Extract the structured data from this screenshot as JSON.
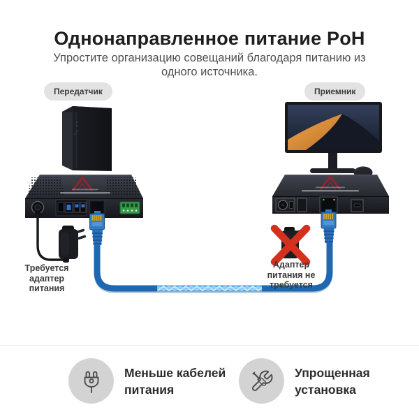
{
  "header": {
    "title": "Однонаправленное питание PoH",
    "subtitle_lines": [
      "Упростите организацию совещаний благодаря питанию из",
      "одного источника."
    ]
  },
  "diagram": {
    "transmitter_pill": "Передатчик",
    "receiver_pill": "Приемник",
    "transmitter_note": "Требуется адаптер питания",
    "receiver_note": "Адаптер питания не требуется",
    "depicted_objects": [
      "tower-pc",
      "monitor-with-mouse",
      "hdbaset-transmitter",
      "hdbaset-receiver",
      "ethernet-cable",
      "power-adapter",
      "crossed-power-adapter"
    ]
  },
  "features": [
    {
      "icon": "power-plug-icon",
      "label": "Меньше кабелей питания"
    },
    {
      "icon": "tools-icon",
      "label": "Упрощенная установка"
    }
  ],
  "colors": {
    "background": "#ffffff",
    "title_text": "#1e1e1e",
    "subtitle_text": "#4f4f4f",
    "pill_bg": "#e3e3e3",
    "pill_text": "#3c3c3c",
    "note_text": "#3a3a3a",
    "device_body": "#1d1f25",
    "device_top": "#343741",
    "brand_logo_red": "#8e2531",
    "cable_blue": "#1d68b0",
    "cable_glow_blue": "#bfe4fb",
    "usb_blue": "#2f6fd0",
    "terminal_green": "#37984a",
    "error_red": "#d5301d",
    "feature_circle_bg": "#d3d3d3",
    "feature_icon_stroke": "#4e4e4e",
    "divider": "#ececec"
  }
}
